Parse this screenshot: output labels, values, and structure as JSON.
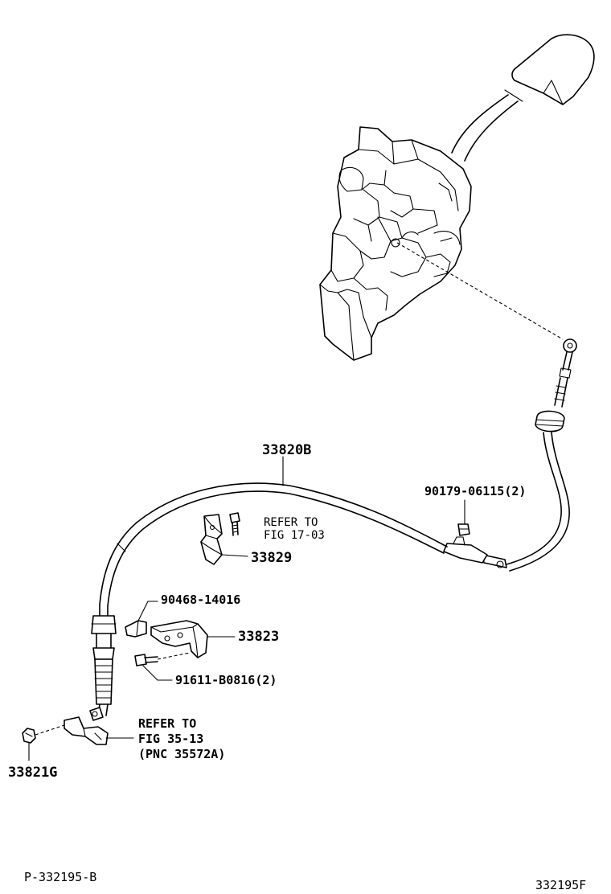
{
  "labels": {
    "cable_assy": "33820B",
    "clip_top": "90179-06115(2)",
    "refer_fig_17_line1": "REFER TO",
    "refer_fig_17_line2": "FIG 17-03",
    "bracket_upper": "33829",
    "pin_clip": "90468-14016",
    "bracket_lower": "33823",
    "bolt": "91611-B0816(2)",
    "refer_fig_35_line1": "REFER TO",
    "refer_fig_35_line2": "FIG 35-13",
    "refer_fig_35_line3": "(PNC 35572A)",
    "retainer": "33821G"
  },
  "footer": {
    "page_code": "P-332195-B",
    "figure_code": "332195F"
  }
}
